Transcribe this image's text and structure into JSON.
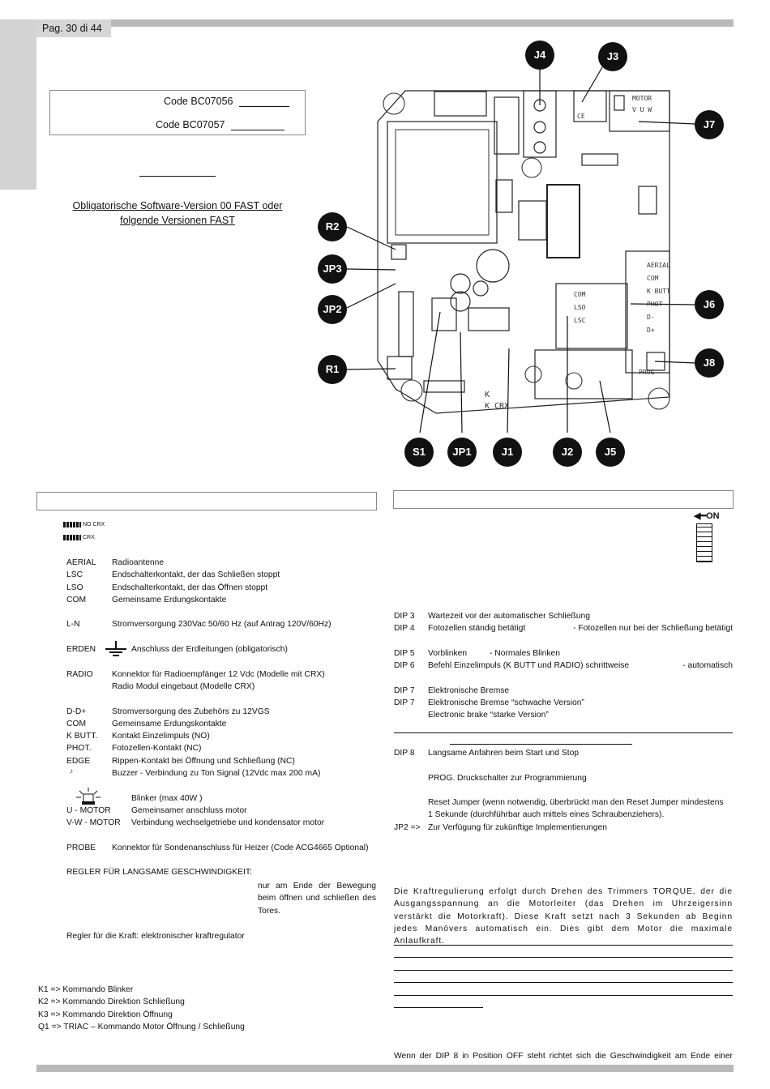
{
  "page": {
    "label": "Pag. 30 di 44",
    "code1": "Code BC07056",
    "code2": "Code BC07057",
    "software_line1": "Obligatorische Software-Version 00 FAST oder",
    "software_line2": "folgende Versionen FAST"
  },
  "diagram": {
    "badges": {
      "J4": "J4",
      "J3": "J3",
      "J7": "J7",
      "R2": "R2",
      "JP3": "JP3",
      "JP2": "JP2",
      "J6": "J6",
      "J8": "J8",
      "R1": "R1",
      "S1": "S1",
      "JP1": "JP1",
      "J1": "J1",
      "J2": "J2",
      "J5": "J5"
    },
    "board_labels": {
      "motor": "MOTOR",
      "vuw": "V U W",
      "ce": "CE",
      "com": "COM",
      "lso": "LSO",
      "lsc": "LSC",
      "kcrx": "K CRX",
      "k": "K",
      "prog": "PROG",
      "side": [
        "AERIAL",
        "COM",
        "K BUTT",
        "PHOT",
        "D-",
        "D+"
      ]
    }
  },
  "left": {
    "legend_no_crx": "NO CRX",
    "legend_crx": "CRX",
    "rows": [
      {
        "key": "AERIAL",
        "desc": "Radioantenne"
      },
      {
        "key": "LSC",
        "desc": "Endschalterkontakt, der das Schließen stoppt"
      },
      {
        "key": "LSO",
        "desc": "Endschalterkontakt, der das Öffnen stoppt"
      },
      {
        "key": "COM",
        "desc": "Gemeinsame Erdungskontakte"
      },
      {
        "key": "L-N",
        "desc": "Stromversorgung 230Vac 50/60 Hz (auf Antrag 120V/60Hz)"
      },
      {
        "key": "ERDEN",
        "desc": "Anschluss der Erdleitungen (obligatorisch)"
      },
      {
        "key": "RADIO",
        "desc": "Konnektor für Radioempfänger 12 Vdc (Modelle mit CRX)"
      },
      {
        "key": "",
        "desc": "Radio Modul eingebaut (Modelle CRX)"
      },
      {
        "key": "D-D+",
        "desc": "Stromversorgung des Zubehörs zu 12VGS"
      },
      {
        "key": "COM",
        "desc": "Gemeinsame Erdungskontakte"
      },
      {
        "key": "K BUTT.",
        "desc": "Kontakt Einzelimpuls (NO)"
      },
      {
        "key": "PHOT.",
        "desc": "Fotozellen-Kontakt (NC)"
      },
      {
        "key": "EDGE",
        "desc": "Rippen-Kontakt bei Öffnung und Schließung (NC)"
      },
      {
        "key": "",
        "desc": "Buzzer - Verbindung zu Ton Signal (12Vdc max 200 mA)"
      },
      {
        "key": "",
        "desc": "Blinker (max 40W )"
      },
      {
        "key": "U - MOTOR",
        "desc": "Gemeinsamer anschluss motor"
      },
      {
        "key": "V-W - MOTOR",
        "desc": "Verbindung wechselgetriebe und kondensator motor"
      },
      {
        "key": "PROBE",
        "desc": "Konnektor für Sondenanschluss für Heizer (Code ACG4665 Optional)"
      }
    ],
    "regler_key": "REGLER FÜR LANGSAME GESCHWINDIGKEIT:",
    "regler_desc1": "nur am Ende der Bewegung",
    "regler_desc2": "beim öffnen und schließen des",
    "regler_desc3": "Tores.",
    "regler_kraft": "Regler für die Kraft: elektronischer kraftregulator",
    "k_items": [
      "K1 => Kommando Blinker",
      "K2 => Kommando Direktion Schließung",
      "K3 => Kommando Direktion Öffnung",
      "Q1 => TRIAC – Kommando Motor Öffnung / Schließung"
    ]
  },
  "right": {
    "on_label": "ON",
    "dips": [
      {
        "key": "DIP 3",
        "desc": "Wartezeit vor der automatischer Schließung",
        "extra": ""
      },
      {
        "key": "DIP 4",
        "desc": "Fotozellen ständig betätigt",
        "extra": "- Fotozellen nur bei der Schließung betätigt"
      },
      {
        "key": "DIP 5",
        "desc": "Vorblinken",
        "extra": "- Normales Blinken"
      },
      {
        "key": "DIP 6",
        "desc": "Befehl Einzelimpuls (K BUTT und RADIO) schrittweise",
        "extra": "- automatisch"
      },
      {
        "key": "DIP 7",
        "desc": "Elektronische Bremse",
        "extra": ""
      },
      {
        "key": "DIP 7",
        "desc": "Elektronische Bremse “schwache Version”",
        "extra": ""
      },
      {
        "key": "",
        "desc": "Electronic brake “starke Version”",
        "extra": ""
      },
      {
        "key": "DIP 8",
        "desc": "Langsame Anfahren beim Start und Stop",
        "extra": ""
      }
    ],
    "prog": "PROG. Druckschalter zur Programmierung",
    "reset1": "Reset Jumper (wenn notwendig, überbrückt man den Reset Jumper mindestens",
    "reset2": "1 Sekunde (durchführbar auch mittels eines Schraubenziehers).",
    "jp2_key": "JP2 =>",
    "jp2_desc": "Zur Verfügung für zukünftige Implementierungen",
    "kraft_paragraph": "Die Kraftregulierung erfolgt durch Drehen des Trimmers TORQUE, der die Ausgangsspannung an die Motorleiter (das Drehen im Uhrzeigersinn verstärkt die Motorkraft). Diese Kraft setzt nach 3 Sekunden ab Beginn jedes Manövers automatisch ein. Dies gibt dem Motor die maximale Anlaufkraft.",
    "bottom_line": "Wenn der DIP 8 in Position OFF steht richtet sich die Geschwindigkeit am Ende einer"
  }
}
